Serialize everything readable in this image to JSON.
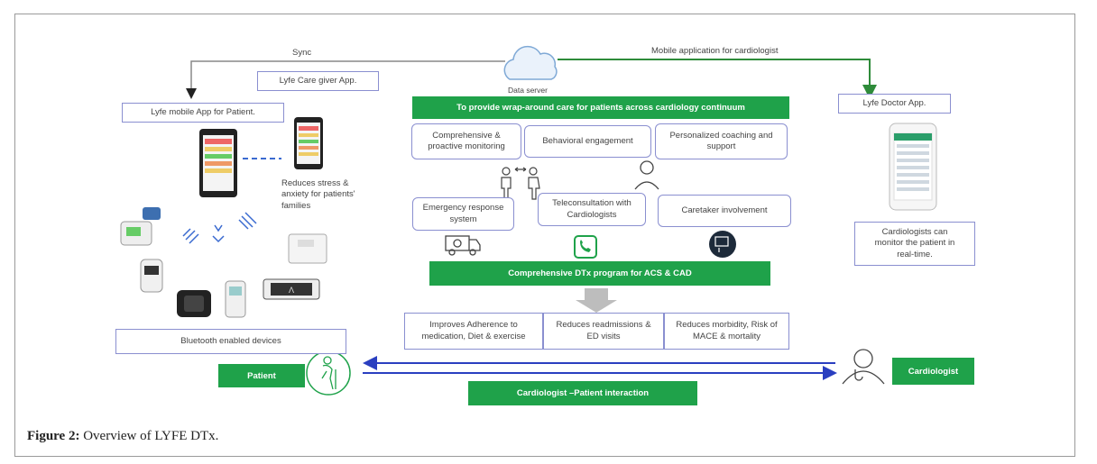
{
  "top": {
    "sync_label": "Sync",
    "mobile_app_label": "Mobile application for cardiologist",
    "data_server_label": "Data server"
  },
  "left": {
    "caregiver_app": "Lyfe Care giver App.",
    "patient_app": "Lyfe mobile App for Patient.",
    "reduces_stress": "Reduces stress & anxiety for patients' families",
    "bluetooth": "Bluetooth enabled devices",
    "patient": "Patient"
  },
  "center": {
    "banner": "To provide wrap-around care for patients across cardiology continuum",
    "monitoring": "Comprehensive & proactive monitoring",
    "behavioral": "Behavioral engagement",
    "coaching": "Personalized coaching and support",
    "emergency": "Emergency response system",
    "teleconsult": "Teleconsultation with Cardiologists",
    "caretaker": "Caretaker involvement",
    "program": "Comprehensive  DTx program for ACS & CAD",
    "outcome_adherence": "Improves  Adherence to medication, Diet & exercise",
    "outcome_readmissions": "Reduces readmissions & ED visits",
    "outcome_morbidity": "Reduces morbidity, Risk of MACE  & mortality",
    "interaction": "Cardiologist –Patient  interaction"
  },
  "right": {
    "doctor_app": "Lyfe Doctor App.",
    "monitor_text": "Cardiologists can monitor the patient in real-time.",
    "cardiologist": "Cardiologist"
  },
  "caption": {
    "label": "Figure 2:",
    "text": " Overview of LYFE DTx."
  },
  "colors": {
    "green": "#1fa24a",
    "box_border": "#8a8fd0",
    "arrow_blue": "#2a3fc0"
  }
}
